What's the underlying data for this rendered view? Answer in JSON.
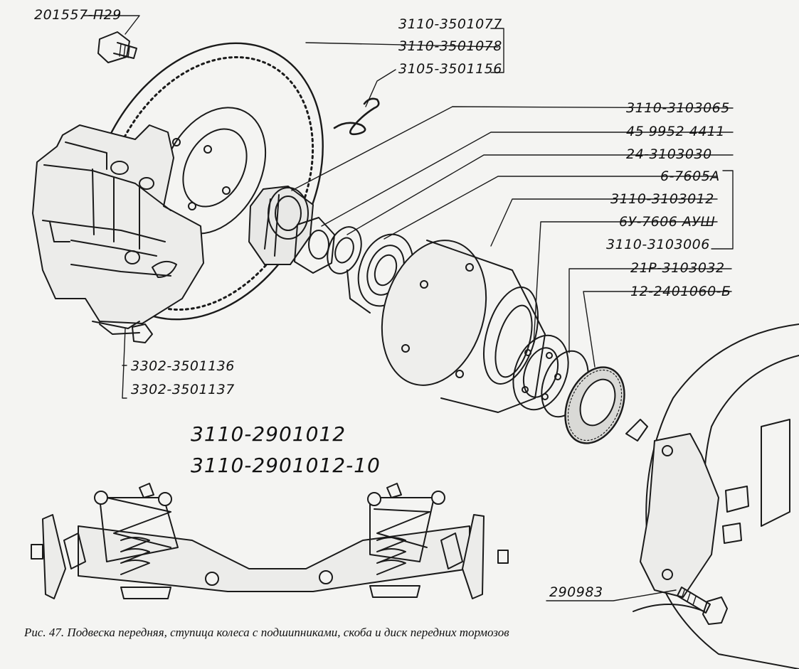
{
  "figure": {
    "caption": "Рис. 47. Подвеска передняя, ступица колеса с подшипниками, скоба и диск передних тормозов",
    "assembly_numbers": [
      "3110-2901012",
      "3110-2901012-10"
    ]
  },
  "callouts": [
    {
      "id": "c01",
      "text": "201557-П29"
    },
    {
      "id": "c02",
      "text": "3110-3501077"
    },
    {
      "id": "c03",
      "text": "3110-3501078"
    },
    {
      "id": "c04",
      "text": "3105-3501156"
    },
    {
      "id": "c05",
      "text": "3110-3103065"
    },
    {
      "id": "c06",
      "text": "45 9952 4411"
    },
    {
      "id": "c07",
      "text": "24-3103030"
    },
    {
      "id": "c08",
      "text": "6-7605А"
    },
    {
      "id": "c09",
      "text": "3110-3103012"
    },
    {
      "id": "c10",
      "text": "6У-7606 АУШ"
    },
    {
      "id": "c11",
      "text": "3110-3103006"
    },
    {
      "id": "c12",
      "text": "21Р-3103032"
    },
    {
      "id": "c13",
      "text": "12-2401060-Б"
    },
    {
      "id": "c14",
      "text": "3302-3501136"
    },
    {
      "id": "c15",
      "text": "3302-3501137"
    },
    {
      "id": "c16",
      "text": "290983"
    }
  ]
}
